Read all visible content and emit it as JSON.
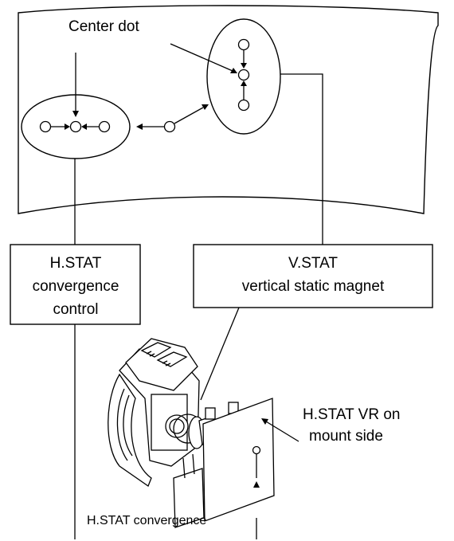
{
  "labels": {
    "center_dot": "Center dot",
    "hstat_box": [
      "H.STAT",
      "convergence",
      "control"
    ],
    "vstat_box": [
      "V.STAT",
      "vertical static magnet"
    ],
    "hstat_vr": [
      "H.STAT VR on",
      "mount side"
    ],
    "hstat_convergence": "H.STAT convergence"
  },
  "colors": {
    "stroke": "#000000",
    "background": "#ffffff"
  }
}
